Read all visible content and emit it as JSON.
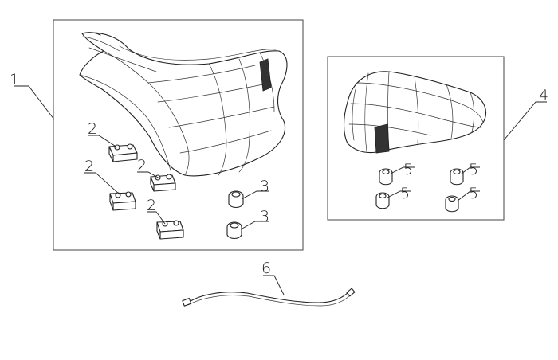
{
  "callouts": {
    "c1": "1",
    "c2a": "2",
    "c2b": "2",
    "c2c": "2",
    "c2d": "2",
    "c3a": "3",
    "c3b": "3",
    "c4": "4",
    "c5a": "5",
    "c5b": "5",
    "c5c": "5",
    "c5d": "5",
    "c6": "6"
  }
}
